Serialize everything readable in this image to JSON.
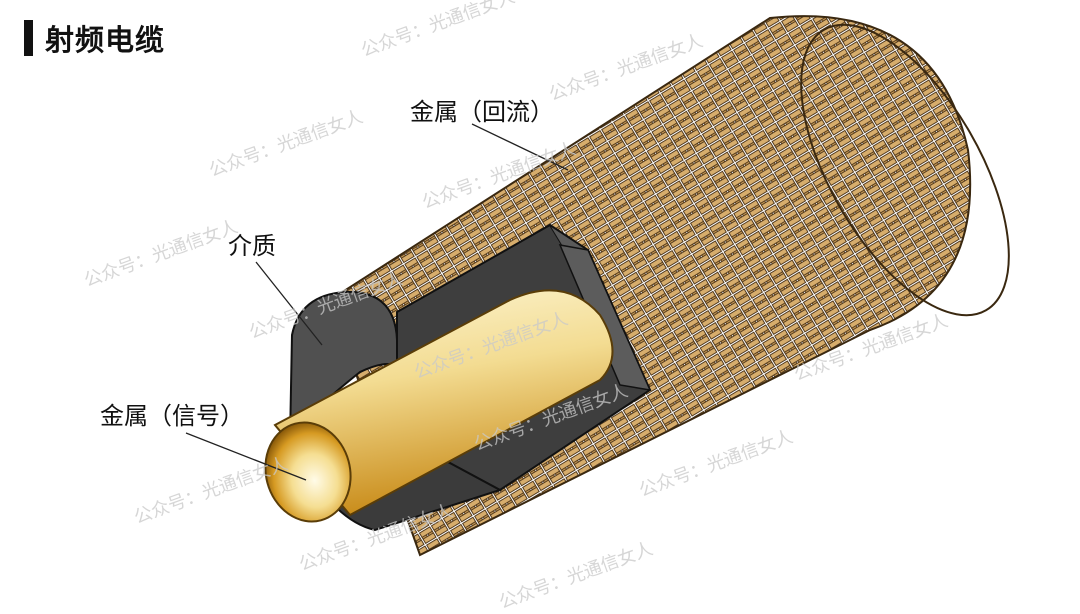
{
  "header": {
    "title": "射频电缆"
  },
  "callouts": {
    "shield": "金属（回流）",
    "dielectric": "介质",
    "conductor": "金属（信号）"
  },
  "watermark": {
    "text": "公众号：光通信女人"
  },
  "colors": {
    "braid_tan": "#c89a55",
    "braid_dark": "#4a3318",
    "dielectric": "#4a4a4a",
    "conductor_light": "#fbefc0",
    "conductor_gold": "#c7921a"
  }
}
